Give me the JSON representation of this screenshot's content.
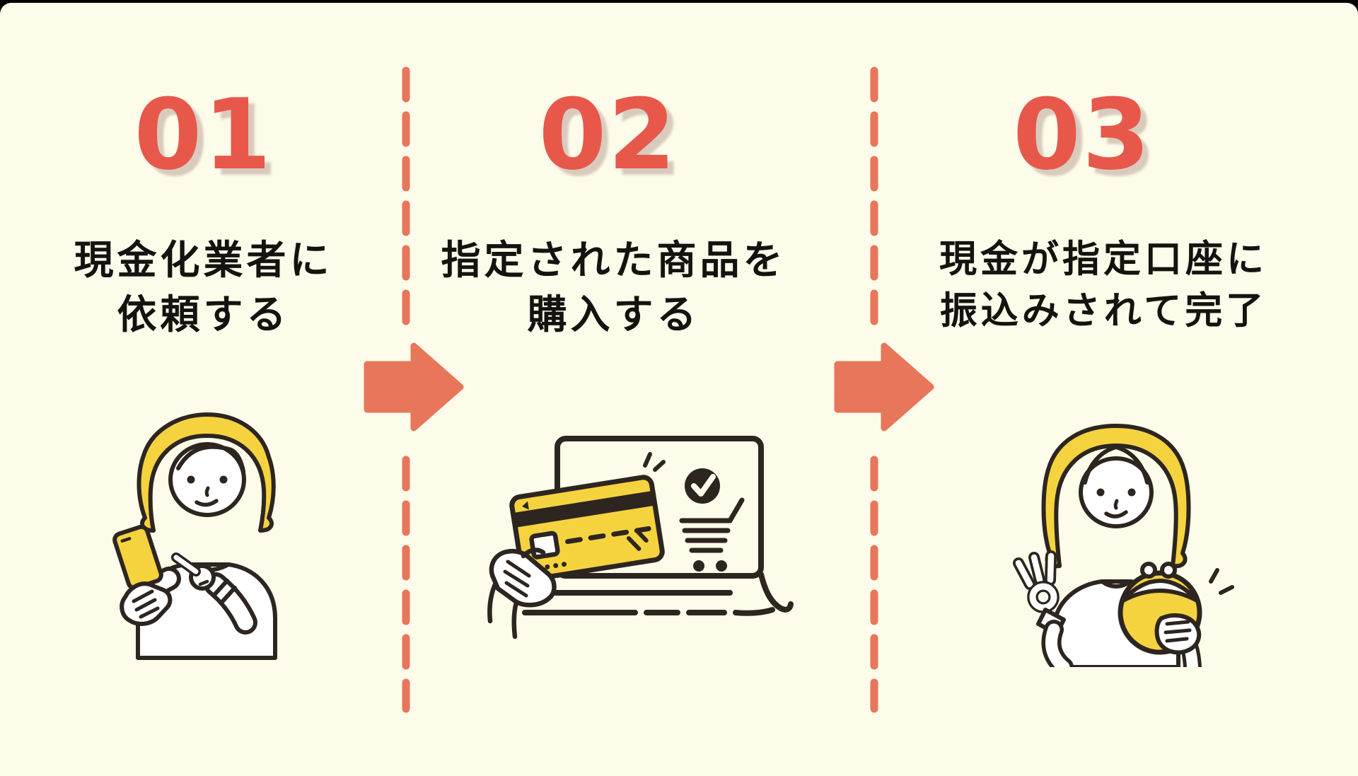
{
  "infographic": {
    "description": "three-step cash-out process diagram",
    "panel_background": "#FDFBE9",
    "top_border_color": "#000000"
  },
  "colors": {
    "accent_orange": "#E8765A",
    "number_red": "#E7584B",
    "number_shadow": "#D8CBBE",
    "caption_black": "#161210",
    "line_art_dark": "#2D2520",
    "highlight_yellow": "#F5D33F",
    "illustration_white": "#FFFFFF"
  },
  "steps": [
    {
      "number": "01",
      "caption_line1": "現金化業者に",
      "caption_line2": "依頼する",
      "illustration": "woman-using-smartphone"
    },
    {
      "number": "02",
      "caption_line1": "指定された商品を",
      "caption_line2": "購入する",
      "illustration": "hand-credit-card-laptop-cart-checkmark"
    },
    {
      "number": "03",
      "caption_line1": "現金が指定口座に",
      "caption_line2": "振込みされて完了",
      "illustration": "woman-ok-sign-holding-coin-purse"
    }
  ],
  "dividers": {
    "style": "vertical-dashed",
    "count": 2,
    "color": "#E8765A"
  },
  "arrows": {
    "icon": "right-arrow",
    "count": 2,
    "color": "#E8765A"
  }
}
